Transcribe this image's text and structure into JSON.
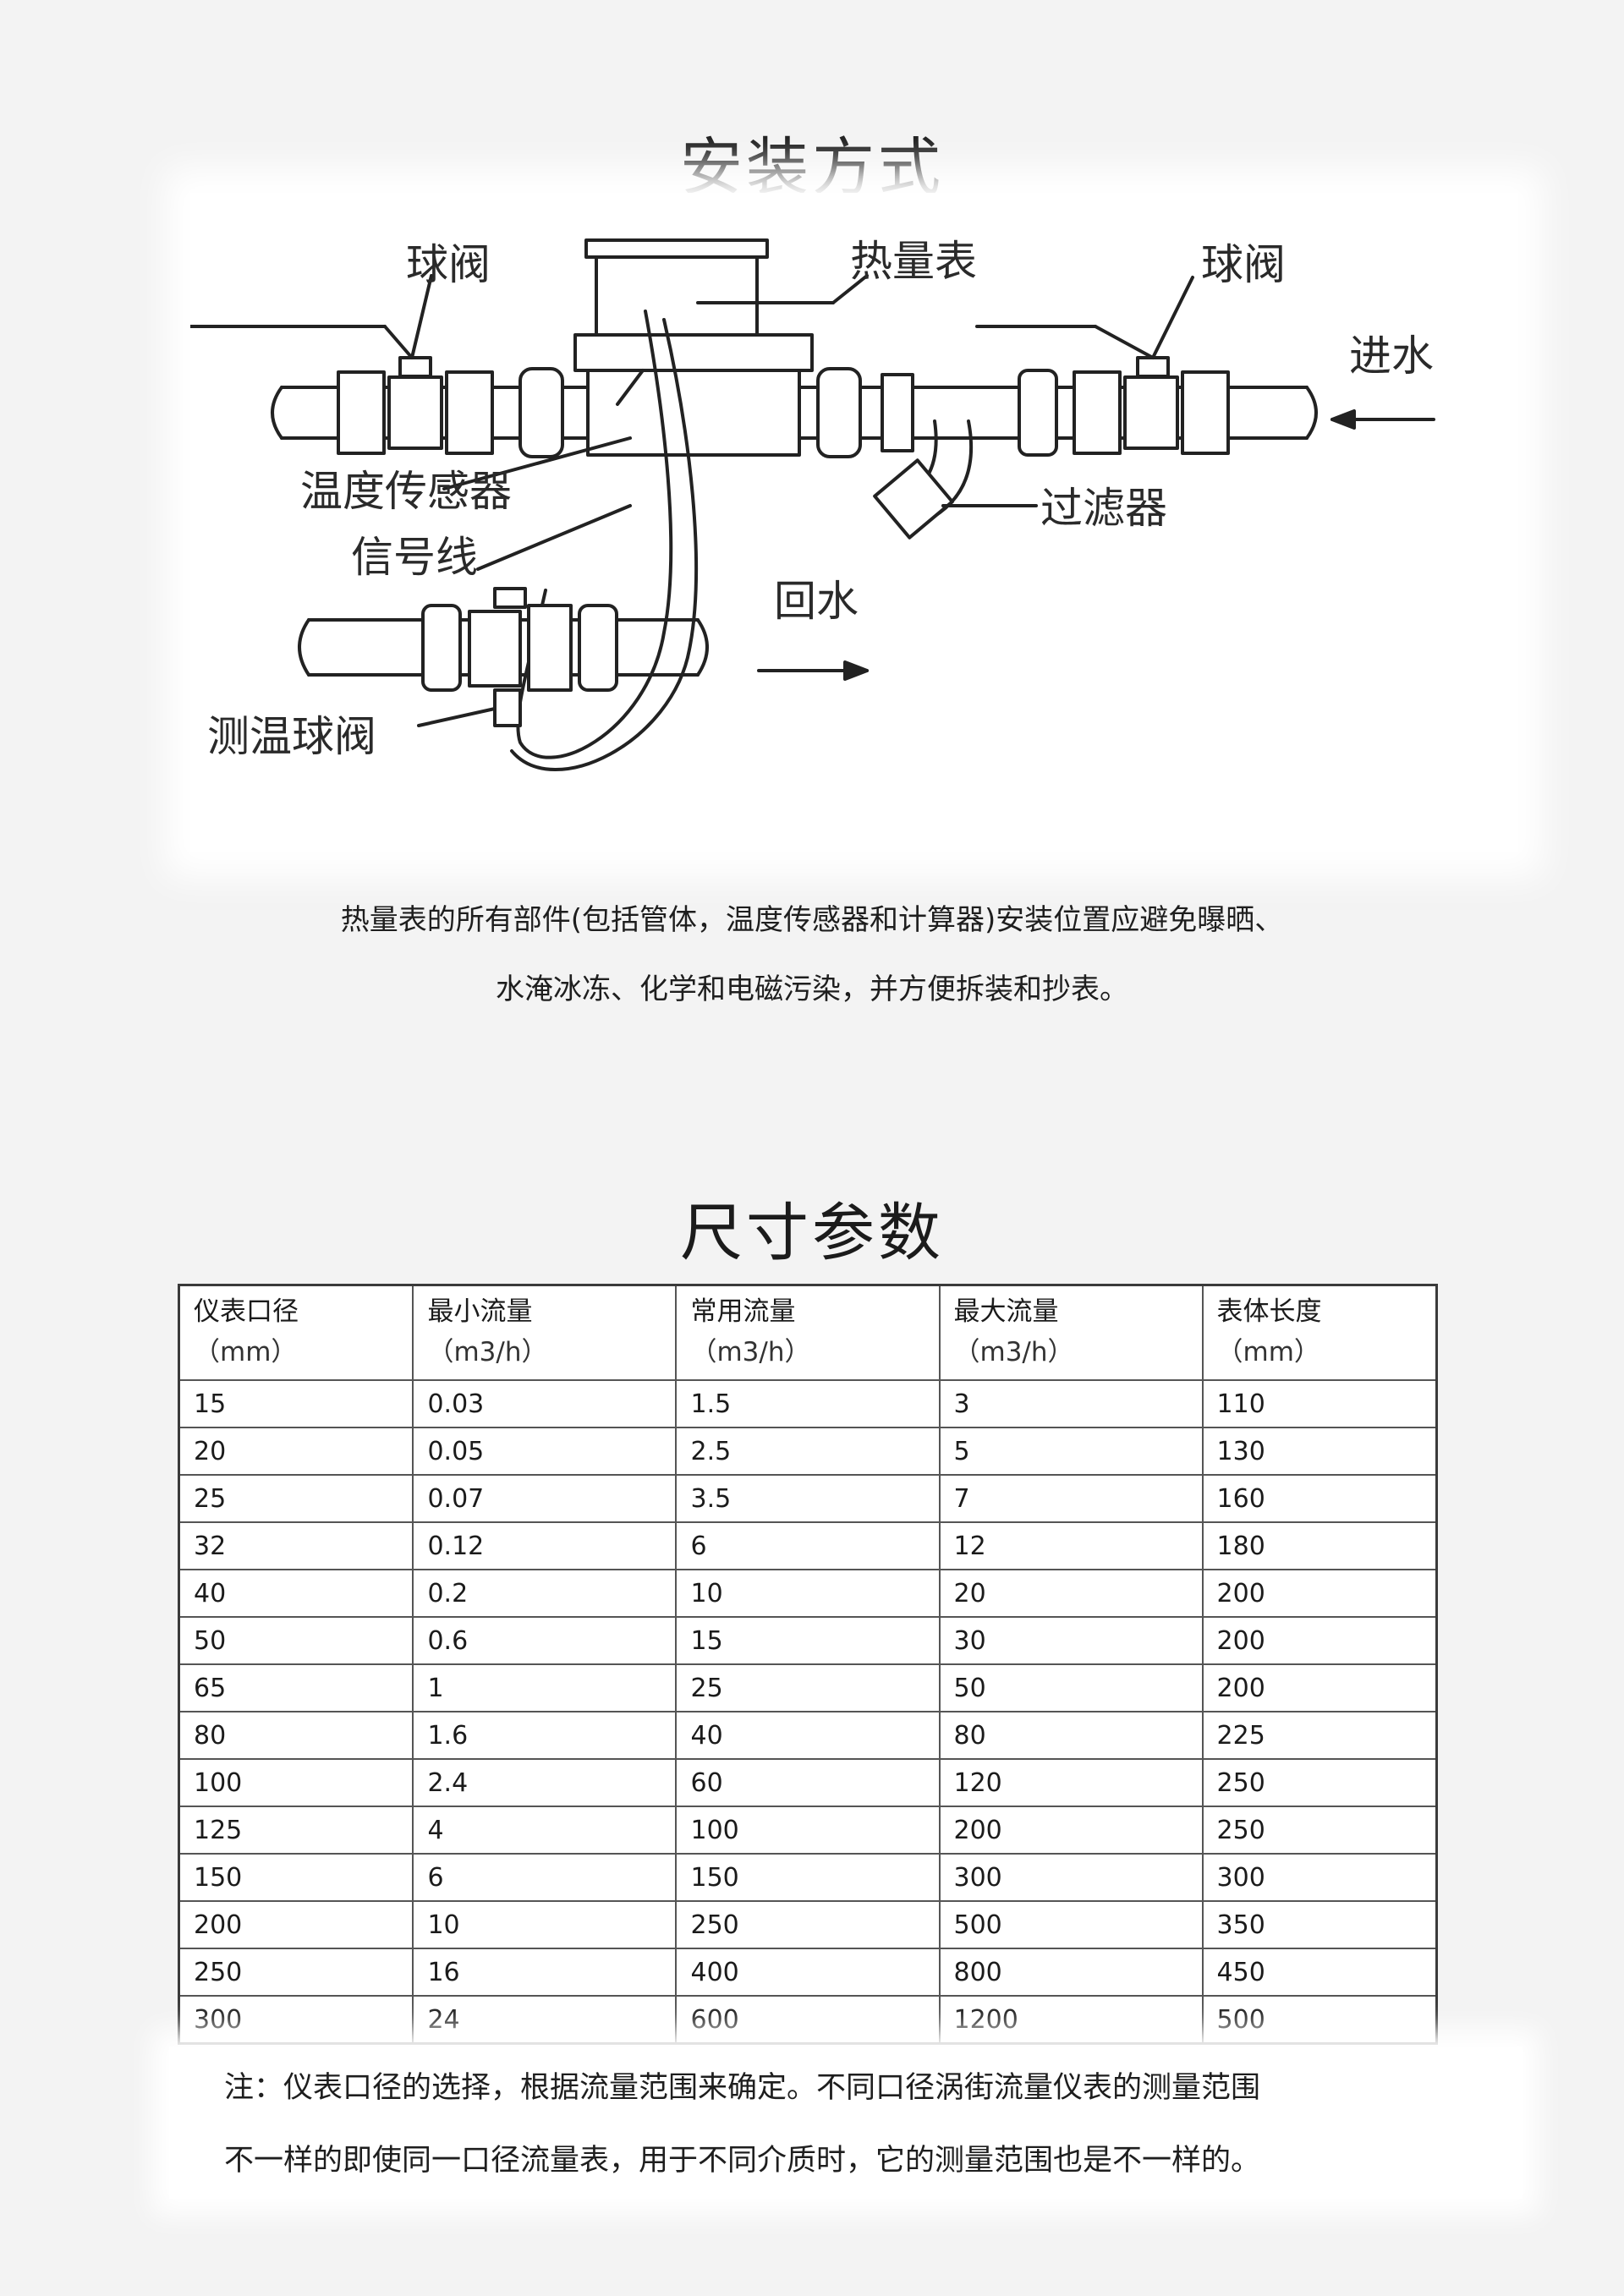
{
  "install_section": {
    "title": "安装方式",
    "diagram_labels": {
      "ball_valve_left": "球阀",
      "heat_meter": "热量表",
      "ball_valve_right": "球阀",
      "inlet": "进水",
      "temp_sensor": "温度传感器",
      "filter": "过滤器",
      "signal_wire": "信号线",
      "return_water": "回水",
      "temp_ball_valve": "测温球阀"
    },
    "description": [
      "热量表的所有部件(包括管体，温度传感器和计算器)安装位置应避免曝晒、",
      "水淹冰冻、化学和电磁污染，并方便拆装和抄表。"
    ]
  },
  "dimension_section": {
    "title": "尺寸参数",
    "table": {
      "headers": [
        {
          "name": "仪表口径",
          "unit": "（mm）"
        },
        {
          "name": "最小流量",
          "unit": "（m3/h）"
        },
        {
          "name": "常用流量",
          "unit": "（m3/h）"
        },
        {
          "name": "最大流量",
          "unit": "（m3/h）"
        },
        {
          "name": "表体长度",
          "unit": "（mm）"
        }
      ],
      "rows": [
        [
          "15",
          "0.03",
          "1.5",
          "3",
          "110"
        ],
        [
          "20",
          "0.05",
          "2.5",
          "5",
          "130"
        ],
        [
          "25",
          "0.07",
          "3.5",
          "7",
          "160"
        ],
        [
          "32",
          "0.12",
          "6",
          "12",
          "180"
        ],
        [
          "40",
          "0.2",
          "10",
          "20",
          "200"
        ],
        [
          "50",
          "0.6",
          "15",
          "30",
          "200"
        ],
        [
          "65",
          "1",
          "25",
          "50",
          "200"
        ],
        [
          "80",
          "1.6",
          "40",
          "80",
          "225"
        ],
        [
          "100",
          "2.4",
          "60",
          "120",
          "250"
        ],
        [
          "125",
          "4",
          "100",
          "200",
          "250"
        ],
        [
          "150",
          "6",
          "150",
          "300",
          "300"
        ],
        [
          "200",
          "10",
          "250",
          "500",
          "350"
        ],
        [
          "250",
          "16",
          "400",
          "800",
          "450"
        ],
        [
          "300",
          "24",
          "600",
          "1200",
          "500"
        ]
      ]
    },
    "note": [
      "注：仪表口径的选择，根据流量范围来确定。不同口径涡街流量仪表的测量范围",
      "不一样的即使同一口径流量表，用于不同介质时，它的测量范围也是不一样的。"
    ]
  }
}
